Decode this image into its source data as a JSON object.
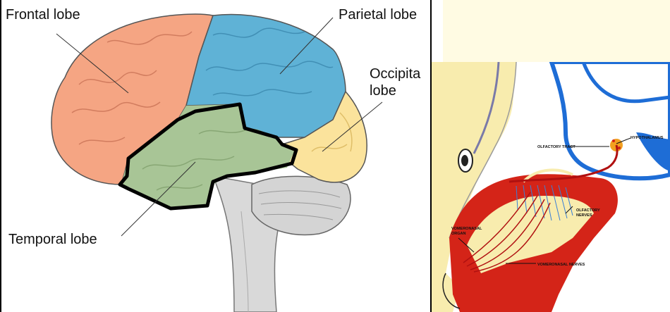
{
  "brain": {
    "labels": {
      "frontal": "Frontal lobe",
      "parietal": "Parietal lobe",
      "occipital_line1": "Occipita",
      "occipital_line2": "lobe",
      "temporal": "Temporal lobe"
    },
    "colors": {
      "frontal": "#f5a583",
      "parietal": "#5fb2d6",
      "occipital": "#fbe39c",
      "temporal": "#a8c596",
      "outline": "#000000"
    }
  },
  "head": {
    "labels": {
      "olfactory_tract": "OLFACTORY TRACT",
      "hypothalamus": "HYPOTHALAMUS",
      "olfactory_nerves_1": "OLFACTORY",
      "olfactory_nerves_2": "NERVES",
      "vomeronasal_organ_1": "VOMERONASAL",
      "vomeronasal_organ_2": "ORGAN",
      "vomeronasal_nerves": "VOMERONASAL NERVES"
    },
    "colors": {
      "tissue": "#d42418",
      "bone": "#f8ecae",
      "brain_outline": "#1e6dd6",
      "nerve": "#3a7fd6"
    }
  }
}
